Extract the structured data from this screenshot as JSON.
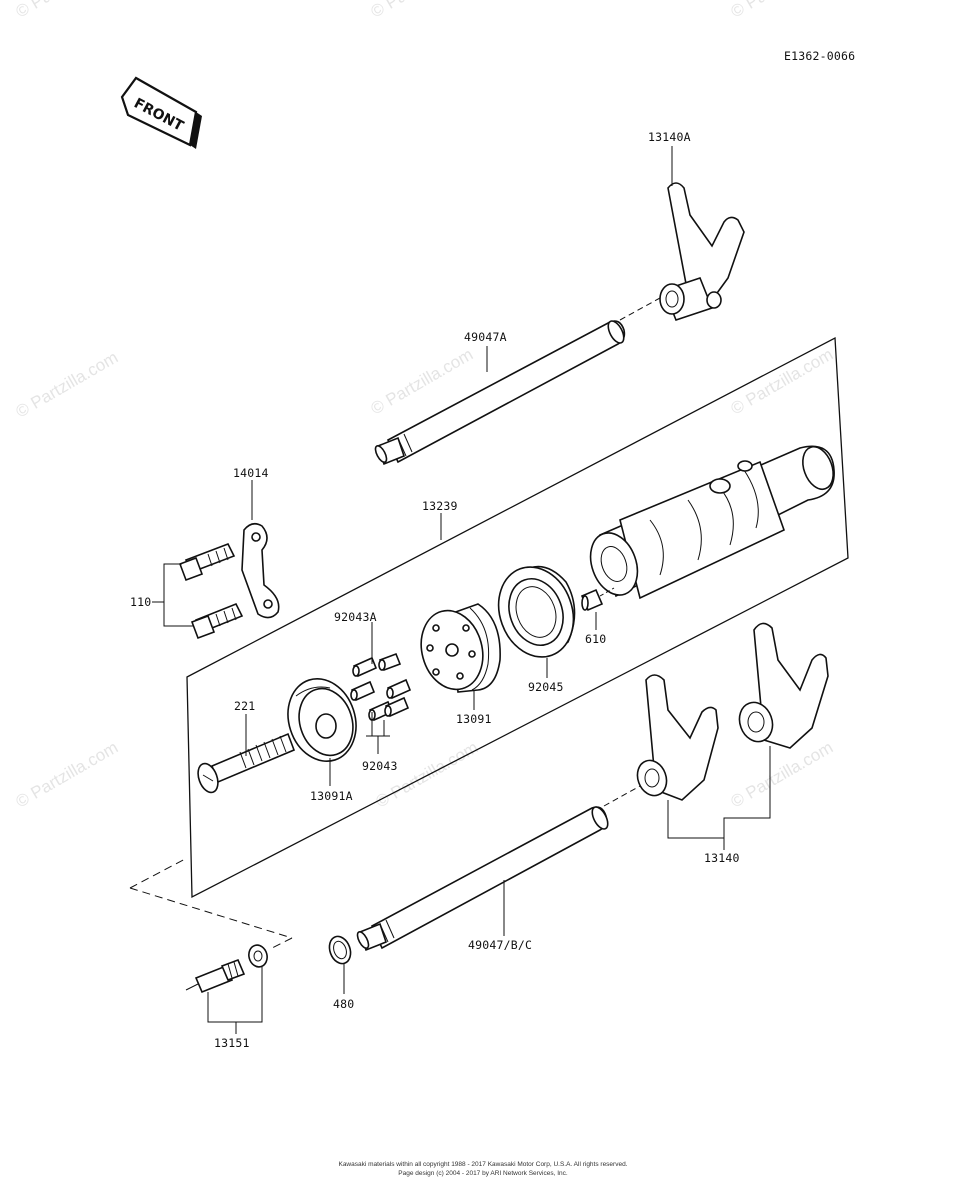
{
  "diagram_code": "E1362-0066",
  "front_label": "FRONT",
  "watermark": "© Partzilla.com",
  "parts": {
    "p13140A": "13140A",
    "p49047A": "49047A",
    "p14014": "14014",
    "p13239": "13239",
    "p110": "110",
    "p92043A": "92043A",
    "p610": "610",
    "p221": "221",
    "p92045": "92045",
    "p13091": "13091",
    "p92043": "92043",
    "p13091A": "13091A",
    "p13140": "13140",
    "p49047BC": "49047/B/C",
    "p480": "480",
    "p13151": "13151"
  },
  "footer": {
    "line1": "Kawasaki materials within all copyright 1988 - 2017 Kawasaki Motor Corp, U.S.A. All rights reserved.",
    "line2": "Page design (c) 2004 - 2017 by ARI Network Services, Inc."
  }
}
